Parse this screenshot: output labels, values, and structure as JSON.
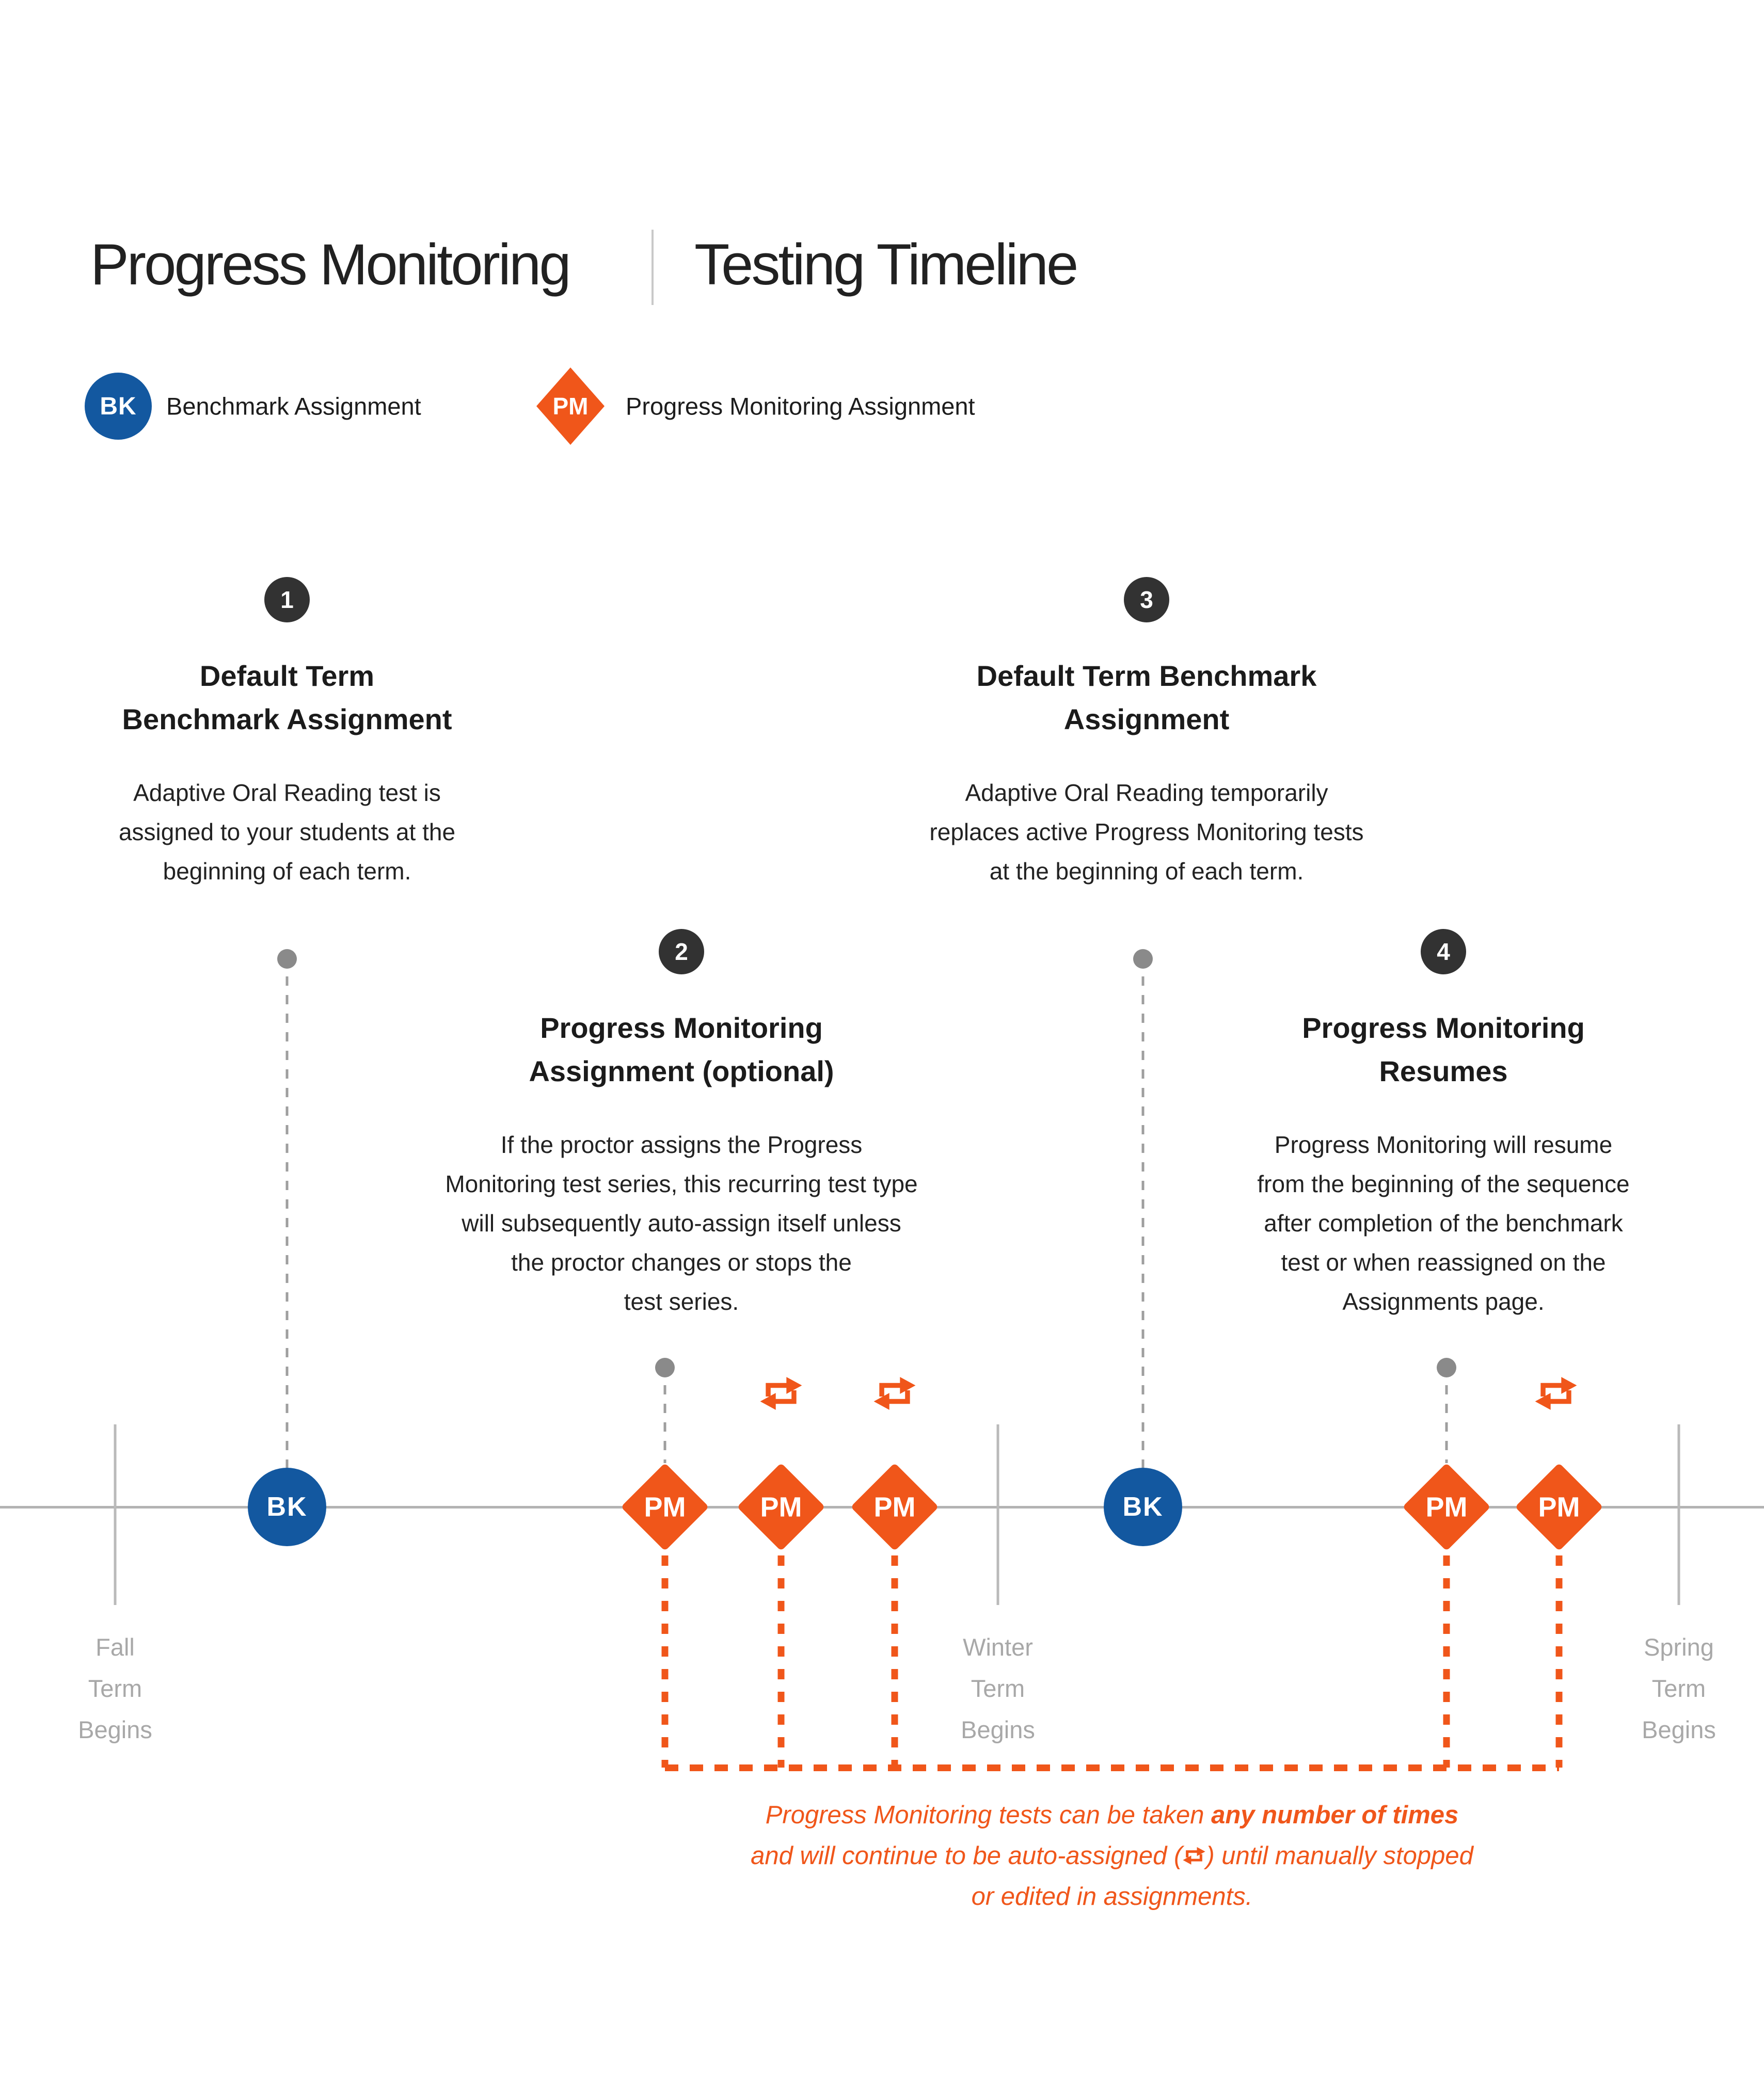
{
  "title": {
    "left": "Progress Monitoring",
    "right": "Testing Timeline"
  },
  "legend": {
    "benchmark": {
      "badge": "BK",
      "label": "Benchmark Assignment"
    },
    "progress": {
      "badge": "PM",
      "label": "Progress Monitoring Assignment"
    }
  },
  "steps": [
    {
      "number": "1",
      "heading": "Default Term\nBenchmark Assignment",
      "body": "Adaptive Oral Reading test is\nassigned to your students at the\nbeginning of each term."
    },
    {
      "number": "2",
      "heading": "Progress Monitoring\nAssignment (optional)",
      "body": "If the proctor assigns the Progress\nMonitoring test series, this recurring test type\nwill subsequently auto-assign itself unless\nthe proctor changes or stops the\ntest series."
    },
    {
      "number": "3",
      "heading": "Default Term Benchmark\nAssignment",
      "body": "Adaptive Oral Reading temporarily\nreplaces active Progress Monitoring tests\nat the beginning of each term."
    },
    {
      "number": "4",
      "heading": "Progress Monitoring\nResumes",
      "body": "Progress Monitoring will resume\nfrom the beginning of the sequence\nafter completion of the benchmark\ntest or when reassigned on the\nAssignments page."
    }
  ],
  "timeline": {
    "markers": [
      {
        "type": "benchmark",
        "label": "BK"
      },
      {
        "type": "progress",
        "label": "PM"
      },
      {
        "type": "progress",
        "label": "PM"
      },
      {
        "type": "progress",
        "label": "PM"
      },
      {
        "type": "benchmark",
        "label": "BK"
      },
      {
        "type": "progress",
        "label": "PM"
      },
      {
        "type": "progress",
        "label": "PM"
      }
    ],
    "terms": [
      {
        "label": "Fall\nTerm\nBegins"
      },
      {
        "label": "Winter\nTerm\nBegins"
      },
      {
        "label": "Spring\nTerm\nBegins"
      }
    ]
  },
  "note": {
    "line1_text": "Progress Monitoring tests can be taken ",
    "line1_bold": "any number of times",
    "line2_before_icon": "and will continue to be auto-assigned (",
    "line2_after_icon": ") until manually stopped",
    "line3": "or edited in assignments."
  },
  "icons": {
    "repeat": "repeat-icon"
  },
  "colors": {
    "benchmark_blue": "#1358A0",
    "progress_orange": "#F0561A",
    "step_badge_dark": "#323232"
  }
}
